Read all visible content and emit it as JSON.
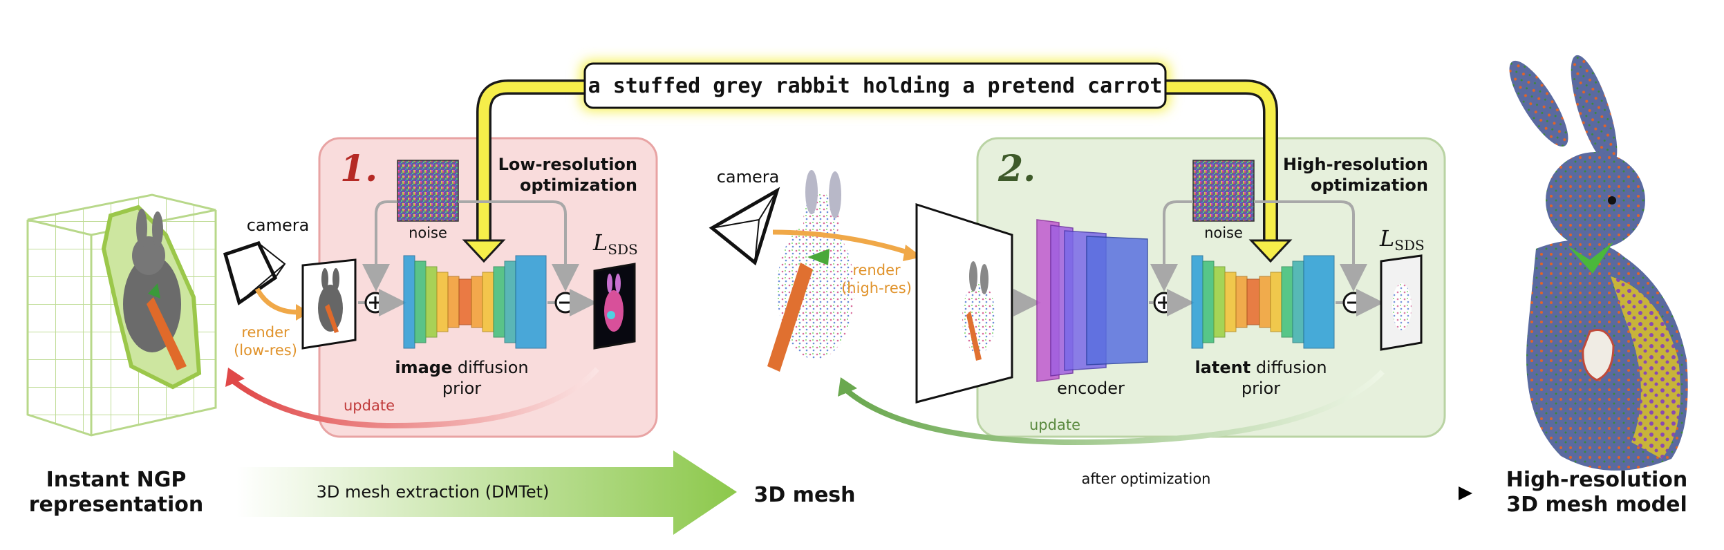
{
  "prompt": "a stuffed grey rabbit holding a pretend carrot",
  "stage1": {
    "number": "1.",
    "title_line1": "Low-resolution",
    "title_line2": "optimization",
    "noise_label": "noise",
    "camera_label": "camera",
    "render_line1": "render",
    "render_line2": "(low-res)",
    "prior_bold": "image",
    "prior_rest": " diffusion",
    "prior_line2": "prior",
    "loss_script": "L",
    "loss_sub": "SDS",
    "update_label": "update"
  },
  "stage2": {
    "number": "2.",
    "title_line1": "High-resolution",
    "title_line2": "optimization",
    "noise_label": "noise",
    "camera_label": "camera",
    "render_line1": "render",
    "render_line2": "(high-res)",
    "encoder_label": "encoder",
    "prior_bold": "latent",
    "prior_rest": " diffusion",
    "prior_line2": "prior",
    "loss_script": "L",
    "loss_sub": "SDS",
    "update_label": "update"
  },
  "bottom": {
    "left_line1": "Instant NGP",
    "left_line2": "representation",
    "extraction": "3D mesh extraction (DMTet)",
    "middle": "3D mesh",
    "after": "after optimization",
    "right_line1": "High-resolution",
    "right_line2": "3D mesh model"
  },
  "colors": {
    "stage1_bg": "#f9dcdc",
    "stage1_border": "#e8a3a3",
    "stage2_bg": "#e6f0dc",
    "stage2_border": "#b9d3a3",
    "stage1_number": "#b52a25",
    "stage2_number": "#3e5a2a",
    "render_arrow": "#f0a848",
    "update1": "#e04848",
    "update2": "#6aa84f",
    "prompt_glow": "#f6f04a",
    "extraction_arrow": "#8cc84b"
  }
}
